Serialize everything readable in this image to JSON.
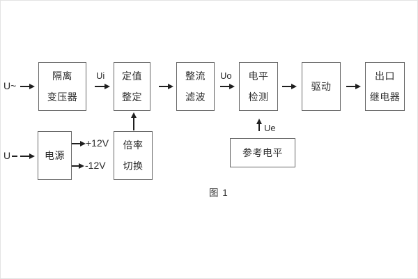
{
  "figure": {
    "caption": "图 1",
    "colors": {
      "background": "#ffffff",
      "box_border": "#666666",
      "text": "#2b2b2b",
      "arrow": "#1f1f1f"
    },
    "inputs": {
      "ac": "U~",
      "dc": "U"
    },
    "signal_labels": {
      "ui": "Ui",
      "uo": "Uo",
      "ue": "Ue"
    },
    "power_rails": {
      "positive": "+12V",
      "negative": "-12V"
    },
    "blocks": {
      "isolation_transformer": {
        "line1": "隔离",
        "line2": "变压器"
      },
      "setting_adjustment": {
        "line1": "定值",
        "line2": "整定"
      },
      "rectify_filter": {
        "line1": "整流",
        "line2": "滤波"
      },
      "level_detection": {
        "line1": "电平",
        "line2": "检测"
      },
      "drive": {
        "line1": "驱动"
      },
      "output_relay": {
        "line1": "出口",
        "line2": "继电器"
      },
      "power_supply": {
        "line1": "电源"
      },
      "ratio_switch": {
        "line1": "倍率",
        "line2": "切换"
      },
      "reference_level": {
        "line1": "参考电平"
      }
    }
  }
}
